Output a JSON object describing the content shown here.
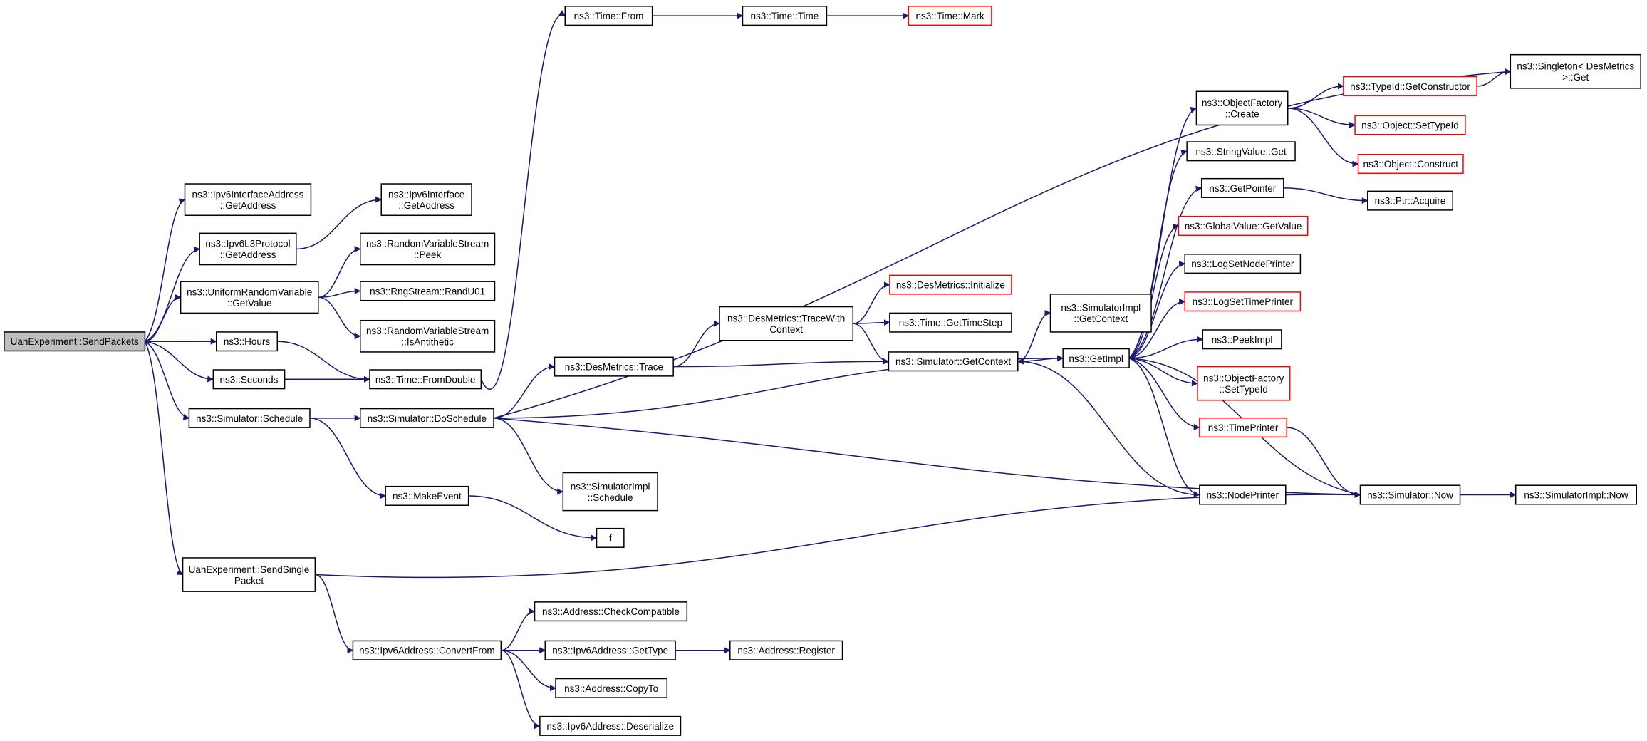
{
  "nodes": {
    "sendpackets": [
      "UanExperiment::SendPackets"
    ],
    "ipv6ifaddr_getaddr": [
      "ns3::Ipv6InterfaceAddress",
      "::GetAddress"
    ],
    "ipv6l3_getaddr": [
      "ns3::Ipv6L3Protocol",
      "::GetAddress"
    ],
    "ipv6iface_getaddr": [
      "ns3::Ipv6Interface",
      "::GetAddress"
    ],
    "urv_getvalue": [
      "ns3::UniformRandomVariable",
      "::GetValue"
    ],
    "rvs_peek": [
      "ns3::RandomVariableStream",
      "::Peek"
    ],
    "rng_randu01": [
      "ns3::RngStream::RandU01"
    ],
    "rvs_isanti": [
      "ns3::RandomVariableStream",
      "::IsAntithetic"
    ],
    "hours": [
      "ns3::Hours"
    ],
    "seconds": [
      "ns3::Seconds"
    ],
    "time_fromdouble": [
      "ns3::Time::FromDouble"
    ],
    "time_from": [
      "ns3::Time::From"
    ],
    "time_time": [
      "ns3::Time::Time"
    ],
    "time_mark": [
      "ns3::Time::Mark"
    ],
    "sim_schedule": [
      "ns3::Simulator::Schedule"
    ],
    "sim_doschedule": [
      "ns3::Simulator::DoSchedule"
    ],
    "makeevent": [
      "ns3::MakeEvent"
    ],
    "f": [
      "f"
    ],
    "simimpl_schedule": [
      "ns3::SimulatorImpl",
      "::Schedule"
    ],
    "desm_trace": [
      "ns3::DesMetrics::Trace"
    ],
    "desm_tracewith": [
      "ns3::DesMetrics::TraceWith",
      "Context"
    ],
    "desm_init": [
      "ns3::DesMetrics::Initialize"
    ],
    "time_gettimestep": [
      "ns3::Time::GetTimeStep"
    ],
    "sim_getcontext": [
      "ns3::Simulator::GetContext"
    ],
    "simimpl_getcontext": [
      "ns3::SimulatorImpl",
      "::GetContext"
    ],
    "getimpl": [
      "ns3::GetImpl"
    ],
    "singleton_get": [
      "ns3::Singleton< DesMetrics",
      ">::Get"
    ],
    "objfactory_create": [
      "ns3::ObjectFactory",
      "::Create"
    ],
    "typeid_getctor": [
      "ns3::TypeId::GetConstructor"
    ],
    "object_settypeid": [
      "ns3::Object::SetTypeId"
    ],
    "object_construct": [
      "ns3::Object::Construct"
    ],
    "stringvalue_get": [
      "ns3::StringValue::Get"
    ],
    "getpointer": [
      "ns3::GetPointer"
    ],
    "ptr_acquire": [
      "ns3::Ptr::Acquire"
    ],
    "globalvalue_getvalue": [
      "ns3::GlobalValue::GetValue"
    ],
    "logsetnodeprinter": [
      "ns3::LogSetNodePrinter"
    ],
    "logsettimeprinter": [
      "ns3::LogSetTimePrinter"
    ],
    "peekimpl": [
      "ns3::PeekImpl"
    ],
    "objfactory_settypeid": [
      "ns3::ObjectFactory",
      "::SetTypeId"
    ],
    "timeprinter": [
      "ns3::TimePrinter"
    ],
    "nodeprinter": [
      "ns3::NodePrinter"
    ],
    "sim_now": [
      "ns3::Simulator::Now"
    ],
    "simimpl_now": [
      "ns3::SimulatorImpl::Now"
    ],
    "sendsingle": [
      "UanExperiment::SendSingle",
      "Packet"
    ],
    "ipv6addr_convertfrom": [
      "ns3::Ipv6Address::ConvertFrom"
    ],
    "addr_checkcompat": [
      "ns3::Address::CheckCompatible"
    ],
    "ipv6addr_gettype": [
      "ns3::Ipv6Address::GetType"
    ],
    "addr_register": [
      "ns3::Address::Register"
    ],
    "addr_copyto": [
      "ns3::Address::CopyTo"
    ],
    "ipv6addr_deserialize": [
      "ns3::Ipv6Address::Deserialize"
    ]
  },
  "colors": {
    "edge": "#191970",
    "border_default": "#000000",
    "border_truncated": "#ff0000",
    "root_fill": "#bfbfbf"
  }
}
